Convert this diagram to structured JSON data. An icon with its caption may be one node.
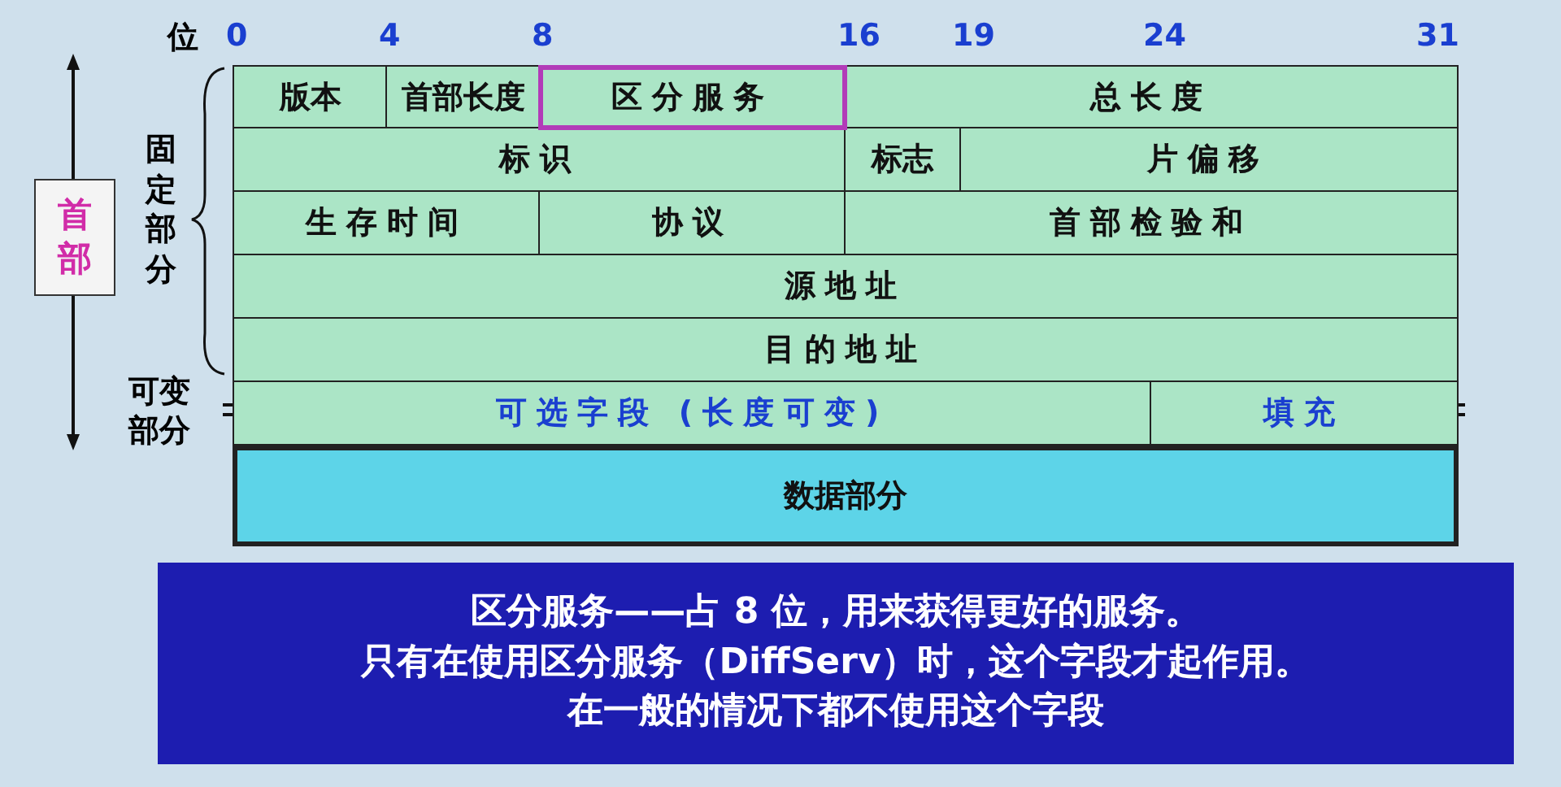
{
  "diagram": {
    "nodes": [
      {
        "text": [
          "版本"
        ]
      },
      {
        "text": [
          "首部长度"
        ]
      },
      {
        "text": [
          "区分服务"
        ]
      },
      {
        "text": [
          "总长度"
        ]
      },
      {
        "text": [
          "标识"
        ]
      },
      {
        "text": [
          "标志"
        ]
      },
      {
        "text": [
          "片偏移"
        ]
      },
      {
        "text": [
          "生存时间"
        ]
      },
      {
        "text": [
          "协议"
        ]
      },
      {
        "text": [
          "首部检验和"
        ]
      },
      {
        "text": [
          "源地址"
        ]
      },
      {
        "text": [
          "目的地址"
        ]
      },
      {
        "text": [
          "可选字段 (长度可变)"
        ]
      },
      {
        "text": [
          "填充"
        ]
      },
      {
        "text": [
          "数据部分"
        ]
      },
      {
        "text": [
          "首部"
        ]
      },
      {
        "text": [
          "区分服务——占 8 位，用来获得更好的服务。",
          "只有在使用区分服务（DiffServ）时，这个字段才起作用。",
          "在一般的情况下都不使用这个字段"
        ]
      }
    ],
    "edges": [],
    "labels": [
      "位",
      "0",
      "4",
      "8",
      "16",
      "19",
      "24",
      "31",
      "固定部分",
      "可变部分"
    ]
  }
}
